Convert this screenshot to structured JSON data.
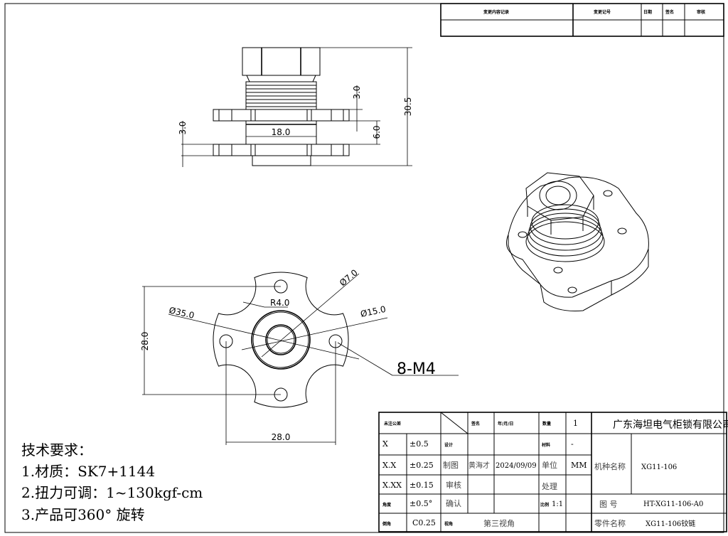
{
  "revision_table": {
    "headers": [
      "变更内容记录",
      "变更记号",
      "日期",
      "签名",
      "审核"
    ]
  },
  "views": {
    "front": {
      "dims": [
        "30.5",
        "3.0",
        "6.0",
        "18.0",
        "3.0"
      ]
    },
    "top": {
      "dims": [
        "28.0",
        "28.0",
        "Ø35.0",
        "R4.0",
        "Ø7.0",
        "Ø15.0"
      ],
      "callout": "8-M4"
    }
  },
  "requirements": {
    "title": "技术要求：",
    "items": [
      "1.材质：SK7+1144",
      "2.扭力可调：1~130kgf-cm",
      "3.产品可360° 旋转"
    ]
  },
  "title_block": {
    "tolerance_header": "未注公差",
    "sign_label": "签名",
    "date_label": "年/月/日",
    "qty_label": "数量",
    "qty_value": "1",
    "company": "广东海坦电气柜锁有限公司",
    "rows": [
      {
        "k": "X",
        "v": "±0.5",
        "role": "设计",
        "name": "",
        "date": "",
        "l2": "材料",
        "v2": "-"
      },
      {
        "k": "X.X",
        "v": "±0.25",
        "role": "制图",
        "name": "黄海才",
        "date": "2024/09/09",
        "l2": "单位",
        "v2": "MM"
      },
      {
        "k": "X.XX",
        "v": "±0.15",
        "role": "审核",
        "name": "",
        "date": "",
        "l2": "处理",
        "v2": ""
      },
      {
        "k": "角度",
        "v": "±0.5°",
        "role": "确认",
        "name": "",
        "date": "",
        "l2": "比例",
        "v2": "1:1"
      },
      {
        "k": "倒角",
        "v": "C0.25",
        "role": "视角",
        "name": "第三视角",
        "date": "",
        "l2": "",
        "v2": ""
      }
    ],
    "model_label": "机种名称",
    "model_value": "XG11-106",
    "drawing_no_label": "图 号",
    "drawing_no_value": "HT-XG11-106-A0",
    "part_label": "零件名称",
    "part_value": "XG11-106铰链"
  }
}
